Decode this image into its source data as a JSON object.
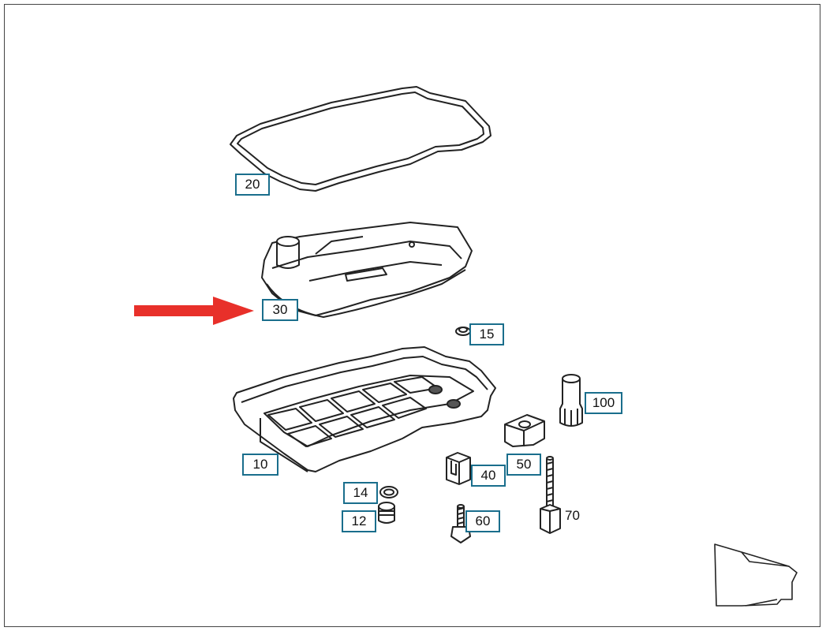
{
  "callouts": {
    "c20": "20",
    "c30": "30",
    "c15": "15",
    "c10": "10",
    "c100": "100",
    "c50": "50",
    "c40": "40",
    "c14": "14",
    "c12": "12",
    "c60": "60",
    "c70": "70"
  },
  "colors": {
    "callout_border": "#1a6e8c",
    "arrow": "#e8302a",
    "line": "#222222"
  }
}
